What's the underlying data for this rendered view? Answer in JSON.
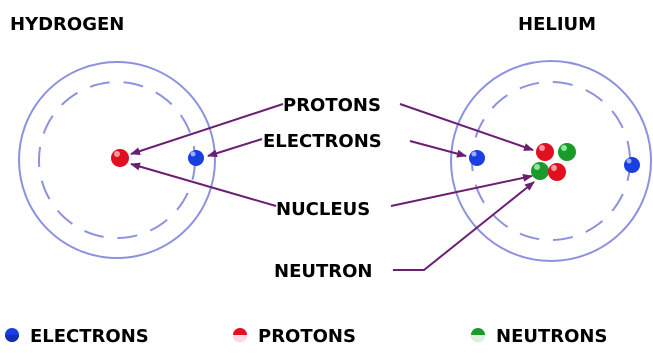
{
  "titles": {
    "hydrogen": "HYDROGEN",
    "helium": "HELIUM"
  },
  "labels": {
    "protons": "PROTONS",
    "electrons": "ELECTRONS",
    "nucleus": "NUCLEUS",
    "neutron": "NEUTRON"
  },
  "legend": {
    "electrons": "ELECTRONS",
    "protons": "PROTONS",
    "neutrons": "NEUTRONS"
  },
  "colors": {
    "electron": "#1a3fe0",
    "proton": "#e01020",
    "neutron": "#1a9a2a",
    "orbit": "#7f86d8",
    "arrow": "#6a1f73"
  }
}
